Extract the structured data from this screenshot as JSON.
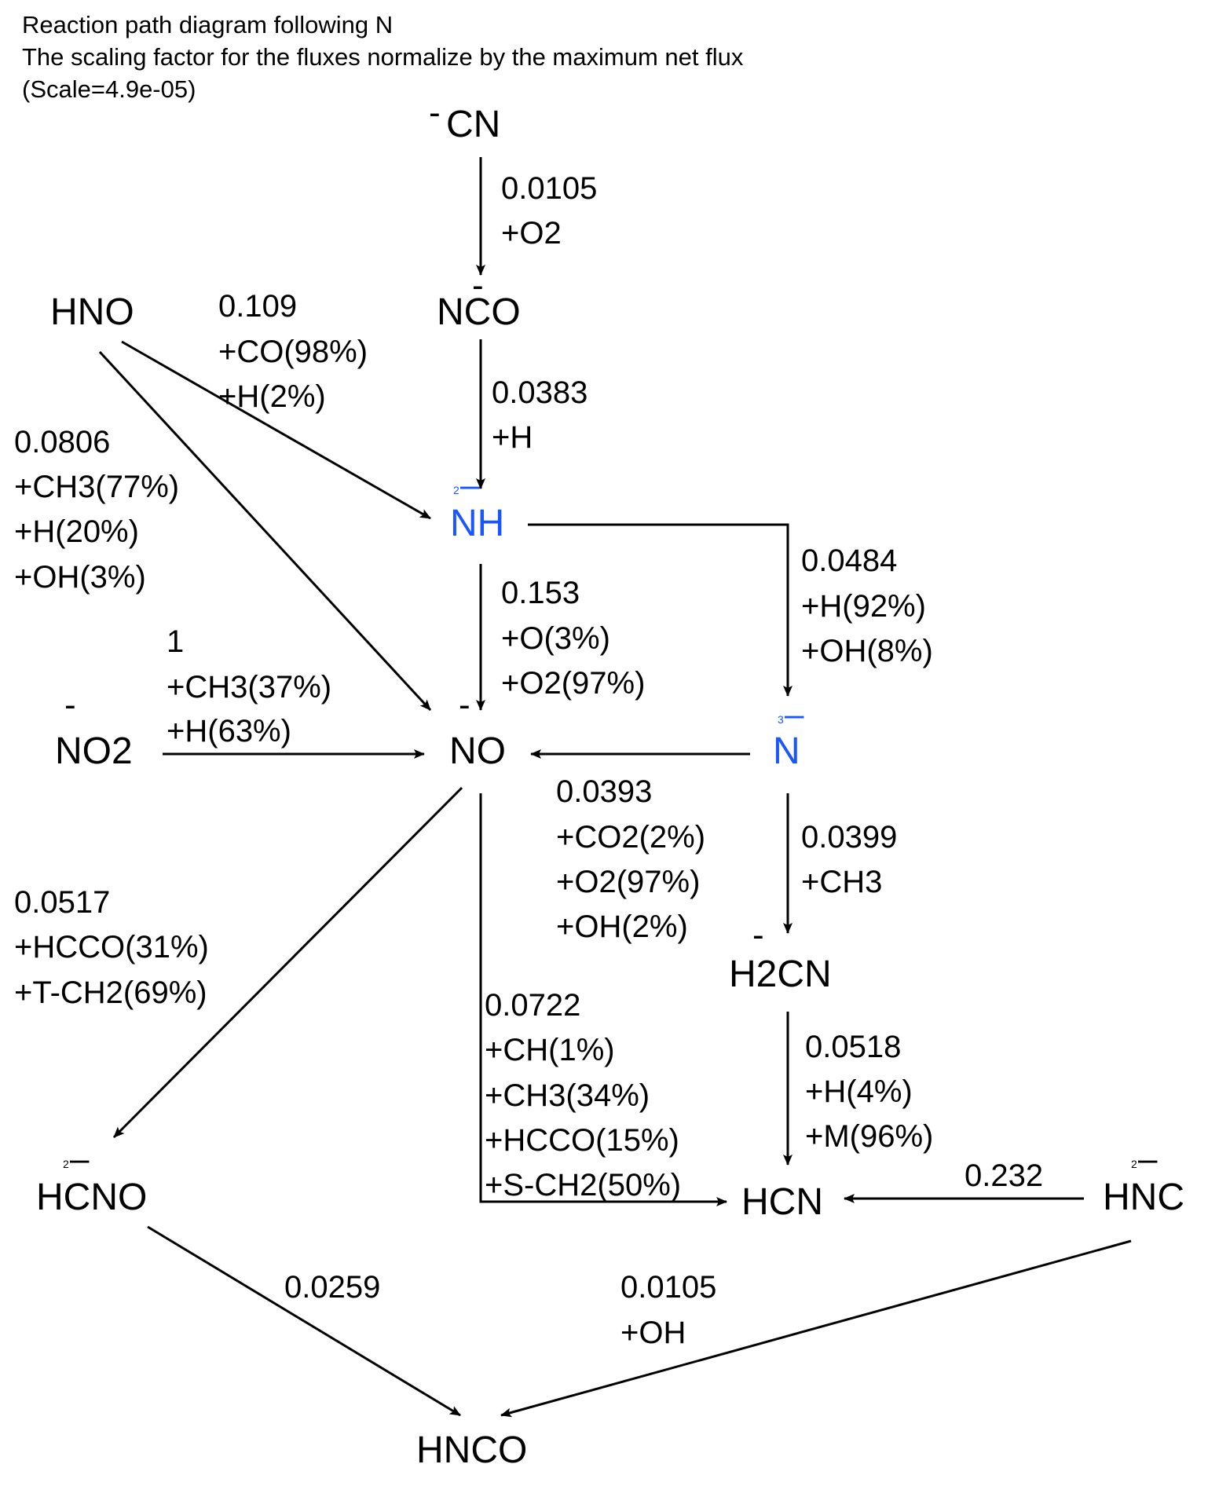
{
  "header": {
    "lines": [
      "Reaction path diagram following N",
      "The scaling factor for the fluxes normalize by the maximum net flux",
      "(Scale=4.9e-05)"
    ]
  },
  "colors": {
    "default": "#000000",
    "highlight": "#1a56ff"
  },
  "species": {
    "CN": {
      "label": "CN",
      "charge": "-",
      "charge_sup": "",
      "highlight": false
    },
    "NCO": {
      "label": "NCO",
      "charge": "-",
      "charge_sup": "",
      "highlight": false
    },
    "HNO": {
      "label": "HNO",
      "charge": "",
      "charge_sup": "",
      "highlight": false
    },
    "NH": {
      "label": "NH",
      "charge": "–",
      "charge_sup": "2",
      "highlight": true
    },
    "NO2": {
      "label": "NO2",
      "charge": "-",
      "charge_sup": "",
      "highlight": false
    },
    "NO": {
      "label": "NO",
      "charge": "-",
      "charge_sup": "",
      "highlight": false
    },
    "N": {
      "label": "N",
      "charge": "–",
      "charge_sup": "3",
      "highlight": true
    },
    "H2CN": {
      "label": "H2CN",
      "charge": "-",
      "charge_sup": "",
      "highlight": false
    },
    "HCNO": {
      "label": "HCNO",
      "charge": "–",
      "charge_sup": "2",
      "highlight": false
    },
    "HCN": {
      "label": "HCN",
      "charge": "",
      "charge_sup": "",
      "highlight": false
    },
    "HNC": {
      "label": "HNC",
      "charge": "–",
      "charge_sup": "2",
      "highlight": false
    },
    "HNCO": {
      "label": "HNCO",
      "charge": "",
      "charge_sup": "",
      "highlight": false
    }
  },
  "edges": [
    {
      "id": "cn-nco",
      "from": "CN",
      "to": "NCO",
      "flux": "0.0105",
      "reactants": [
        "+O2"
      ]
    },
    {
      "id": "nco-nh",
      "from": "NCO",
      "to": "NH",
      "flux": "0.0383",
      "reactants": [
        "+H"
      ]
    },
    {
      "id": "hno-nh",
      "from": "HNO",
      "to": "NH",
      "flux": "0.109",
      "reactants": [
        "+CO(98%)",
        "+H(2%)"
      ]
    },
    {
      "id": "hno-no",
      "from": "HNO",
      "to": "NO",
      "flux": "0.0806",
      "reactants": [
        "+CH3(77%)",
        "+H(20%)",
        "+OH(3%)"
      ]
    },
    {
      "id": "nh-no",
      "from": "NH",
      "to": "NO",
      "flux": "0.153",
      "reactants": [
        "+O(3%)",
        "+O2(97%)"
      ]
    },
    {
      "id": "nh-n",
      "from": "NH",
      "to": "N",
      "flux": "0.0484",
      "reactants": [
        "+H(92%)",
        "+OH(8%)"
      ]
    },
    {
      "id": "no2-no",
      "from": "NO2",
      "to": "NO",
      "flux": "1",
      "reactants": [
        "+CH3(37%)",
        "+H(63%)"
      ]
    },
    {
      "id": "n-no",
      "from": "N",
      "to": "NO",
      "flux": "0.0393",
      "reactants": [
        "+CO2(2%)",
        "+O2(97%)",
        "+OH(2%)"
      ]
    },
    {
      "id": "n-h2cn",
      "from": "N",
      "to": "H2CN",
      "flux": "0.0399",
      "reactants": [
        "+CH3"
      ]
    },
    {
      "id": "no-hcno",
      "from": "NO",
      "to": "HCNO",
      "flux": "0.0517",
      "reactants": [
        "+HCCO(31%)",
        "+T-CH2(69%)"
      ]
    },
    {
      "id": "no-hcn",
      "from": "NO",
      "to": "HCN",
      "flux": "0.0722",
      "reactants": [
        "+CH(1%)",
        "+CH3(34%)",
        "+HCCO(15%)",
        "+S-CH2(50%)"
      ]
    },
    {
      "id": "h2cn-hcn",
      "from": "H2CN",
      "to": "HCN",
      "flux": "0.0518",
      "reactants": [
        "+H(4%)",
        "+M(96%)"
      ]
    },
    {
      "id": "hnc-hcn",
      "from": "HNC",
      "to": "HCN",
      "flux": "0.232",
      "reactants": []
    },
    {
      "id": "hcno-hnco",
      "from": "HCNO",
      "to": "HNCO",
      "flux": "0.0259",
      "reactants": []
    },
    {
      "id": "hnc-hnco",
      "from": "HNC",
      "to": "HNCO",
      "flux": "0.0105",
      "reactants": [
        "+OH"
      ]
    }
  ]
}
